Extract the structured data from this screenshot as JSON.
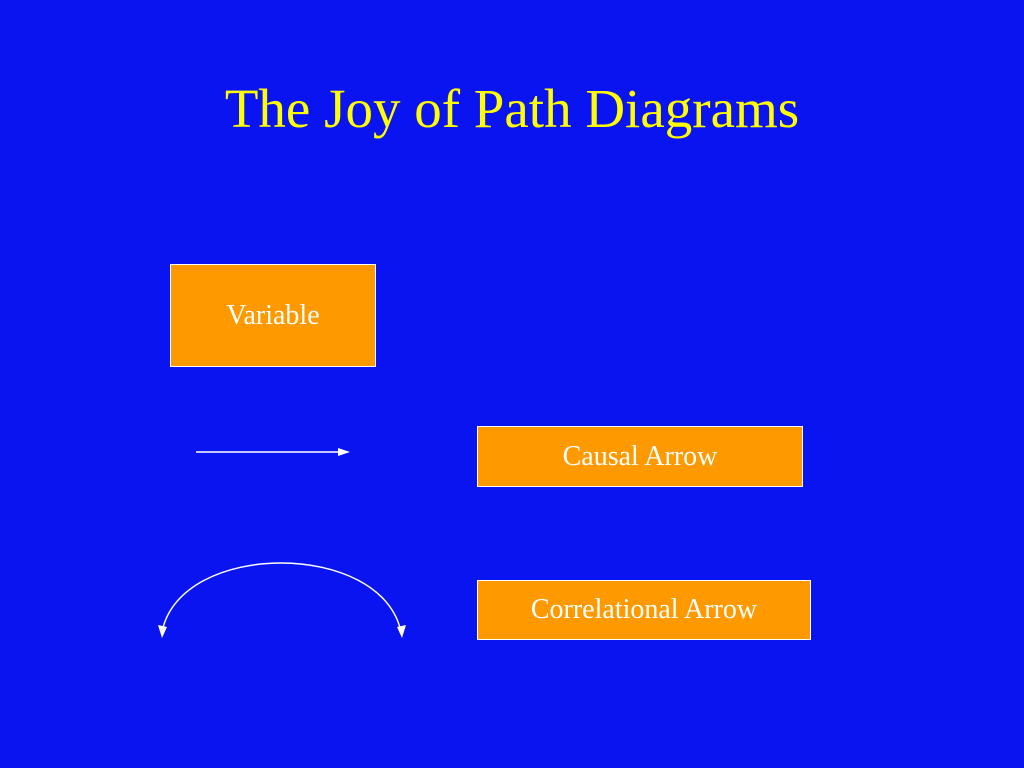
{
  "slide": {
    "title": "The Joy of Path Diagrams",
    "variable_label": "Variable",
    "causal_label": "Causal Arrow",
    "correlational_label": "Correlational Arrow"
  },
  "colors": {
    "background": "#0a14f0",
    "title": "#ffff00",
    "box_fill": "#ff9900",
    "box_text": "#ffffff",
    "arrow_stroke": "#ffffff"
  },
  "icons": {
    "causal": "straight-arrow-icon",
    "correlational": "curved-double-arrow-icon"
  }
}
